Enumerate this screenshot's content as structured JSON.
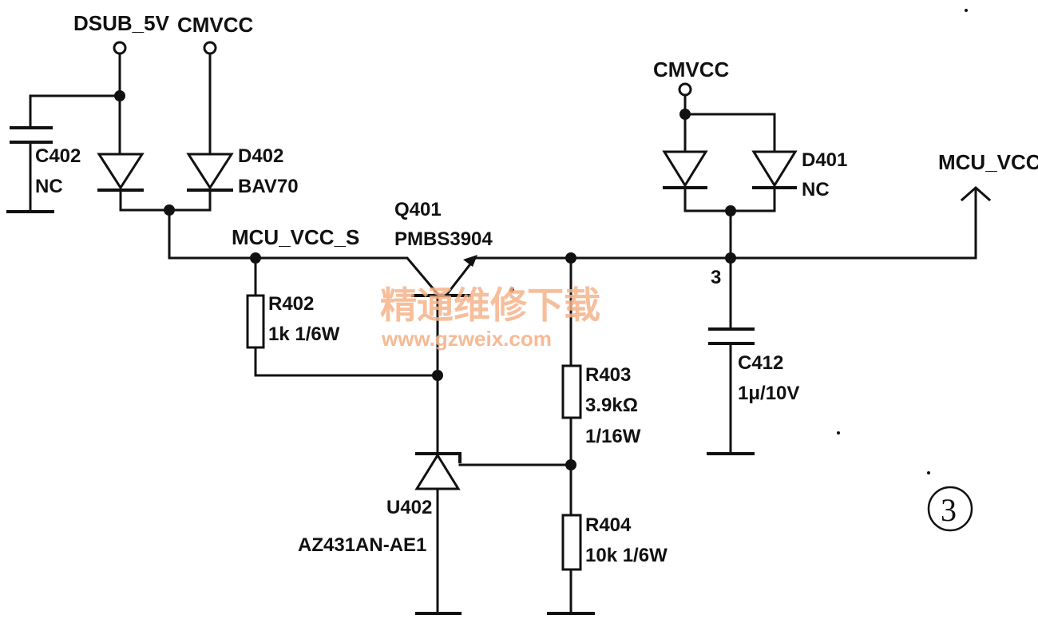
{
  "nets": {
    "dsub_5v": "DSUB_5V",
    "cmvcc_left": "CMVCC",
    "cmvcc_right": "CMVCC",
    "mcu_vcc_s": "MCU_VCC_S",
    "mcu_vcc": "MCU_VCC"
  },
  "components": {
    "c402": {
      "ref": "C402",
      "value": "NC"
    },
    "d402": {
      "ref": "D402",
      "value": "BAV70"
    },
    "d401": {
      "ref": "D401",
      "value": "NC"
    },
    "q401": {
      "ref": "Q401",
      "value": "PMBS3904"
    },
    "r402": {
      "ref": "R402",
      "value": "1k 1/6W"
    },
    "r403": {
      "ref": "R403",
      "value": "3.9kΩ",
      "power": "1/16W"
    },
    "r404": {
      "ref": "R404",
      "value": "10k 1/6W"
    },
    "c412": {
      "ref": "C412",
      "value": "1μ/10V"
    },
    "u402": {
      "ref": "U402",
      "value": "AZ431AN-AE1"
    }
  },
  "pin_label": "3",
  "figure_number": "③",
  "watermark": {
    "cn": "精通维修下载",
    "url": "www.gzweix.com"
  }
}
